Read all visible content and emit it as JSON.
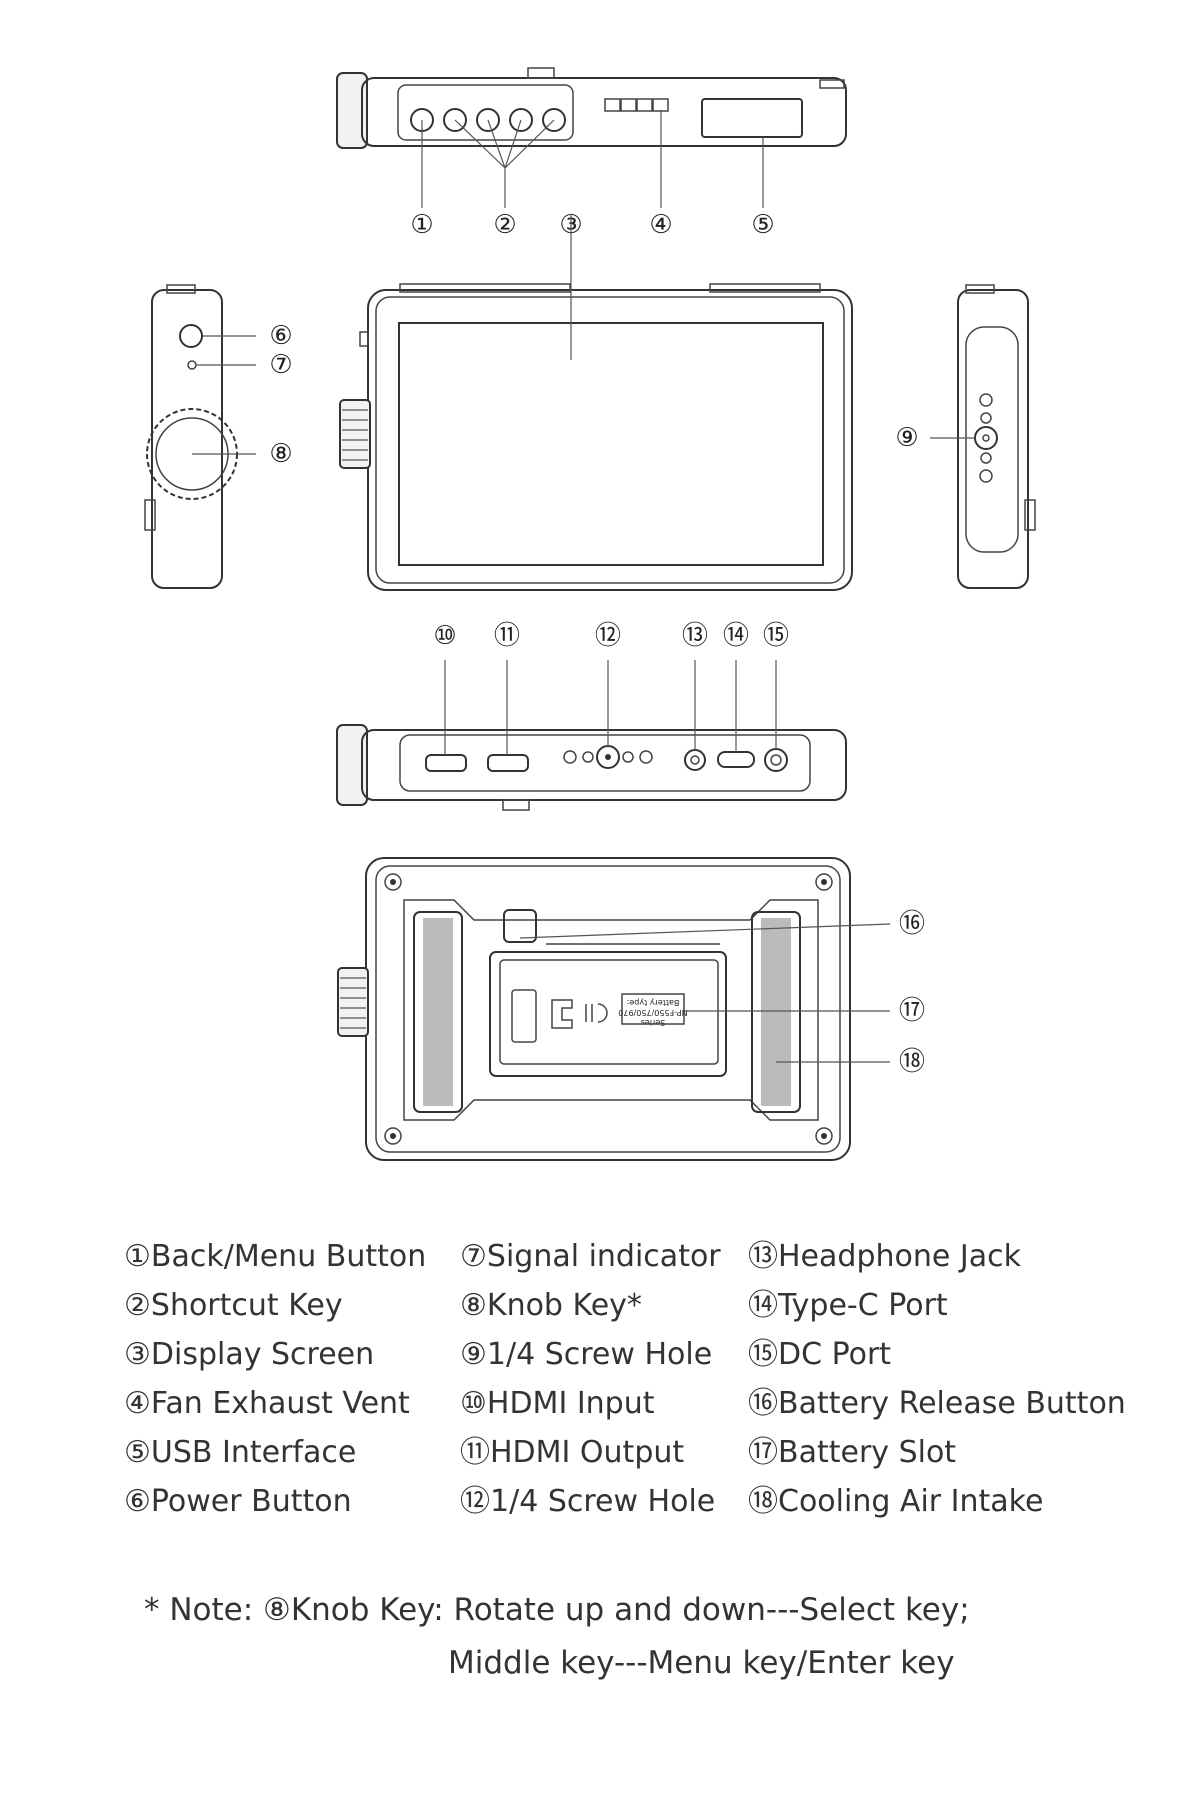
{
  "callouts": [
    "①",
    "②",
    "③",
    "④",
    "⑤",
    "⑥",
    "⑦",
    "⑧",
    "⑨",
    "⑩",
    "⑪",
    "⑫",
    "⑬",
    "⑭",
    "⑮",
    "⑯",
    "⑰",
    "⑱"
  ],
  "battery_label": {
    "line1": "Battery type:",
    "line2": "NP-F550/750/970",
    "line3": "Series"
  },
  "legend": {
    "col1": [
      "①Back/Menu Button",
      "②Shortcut Key",
      "③Display Screen",
      "④Fan Exhaust Vent",
      "⑤USB Interface",
      "⑥Power Button"
    ],
    "col2": [
      "⑦Signal indicator",
      "⑧Knob Key*",
      "⑨1/4 Screw Hole",
      "⑩HDMI Input",
      "⑪HDMI Output",
      "⑫1/4 Screw Hole"
    ],
    "col3": [
      "⑬Headphone Jack",
      "⑭Type-C Port",
      "⑮DC Port",
      "⑯Battery Release Button",
      "⑰Battery Slot",
      "⑱Cooling Air Intake"
    ]
  },
  "note": {
    "line1": "* Note: ⑧Knob Key: Rotate up and down---Select key;",
    "line2": "Middle key---Menu key/Enter key"
  }
}
